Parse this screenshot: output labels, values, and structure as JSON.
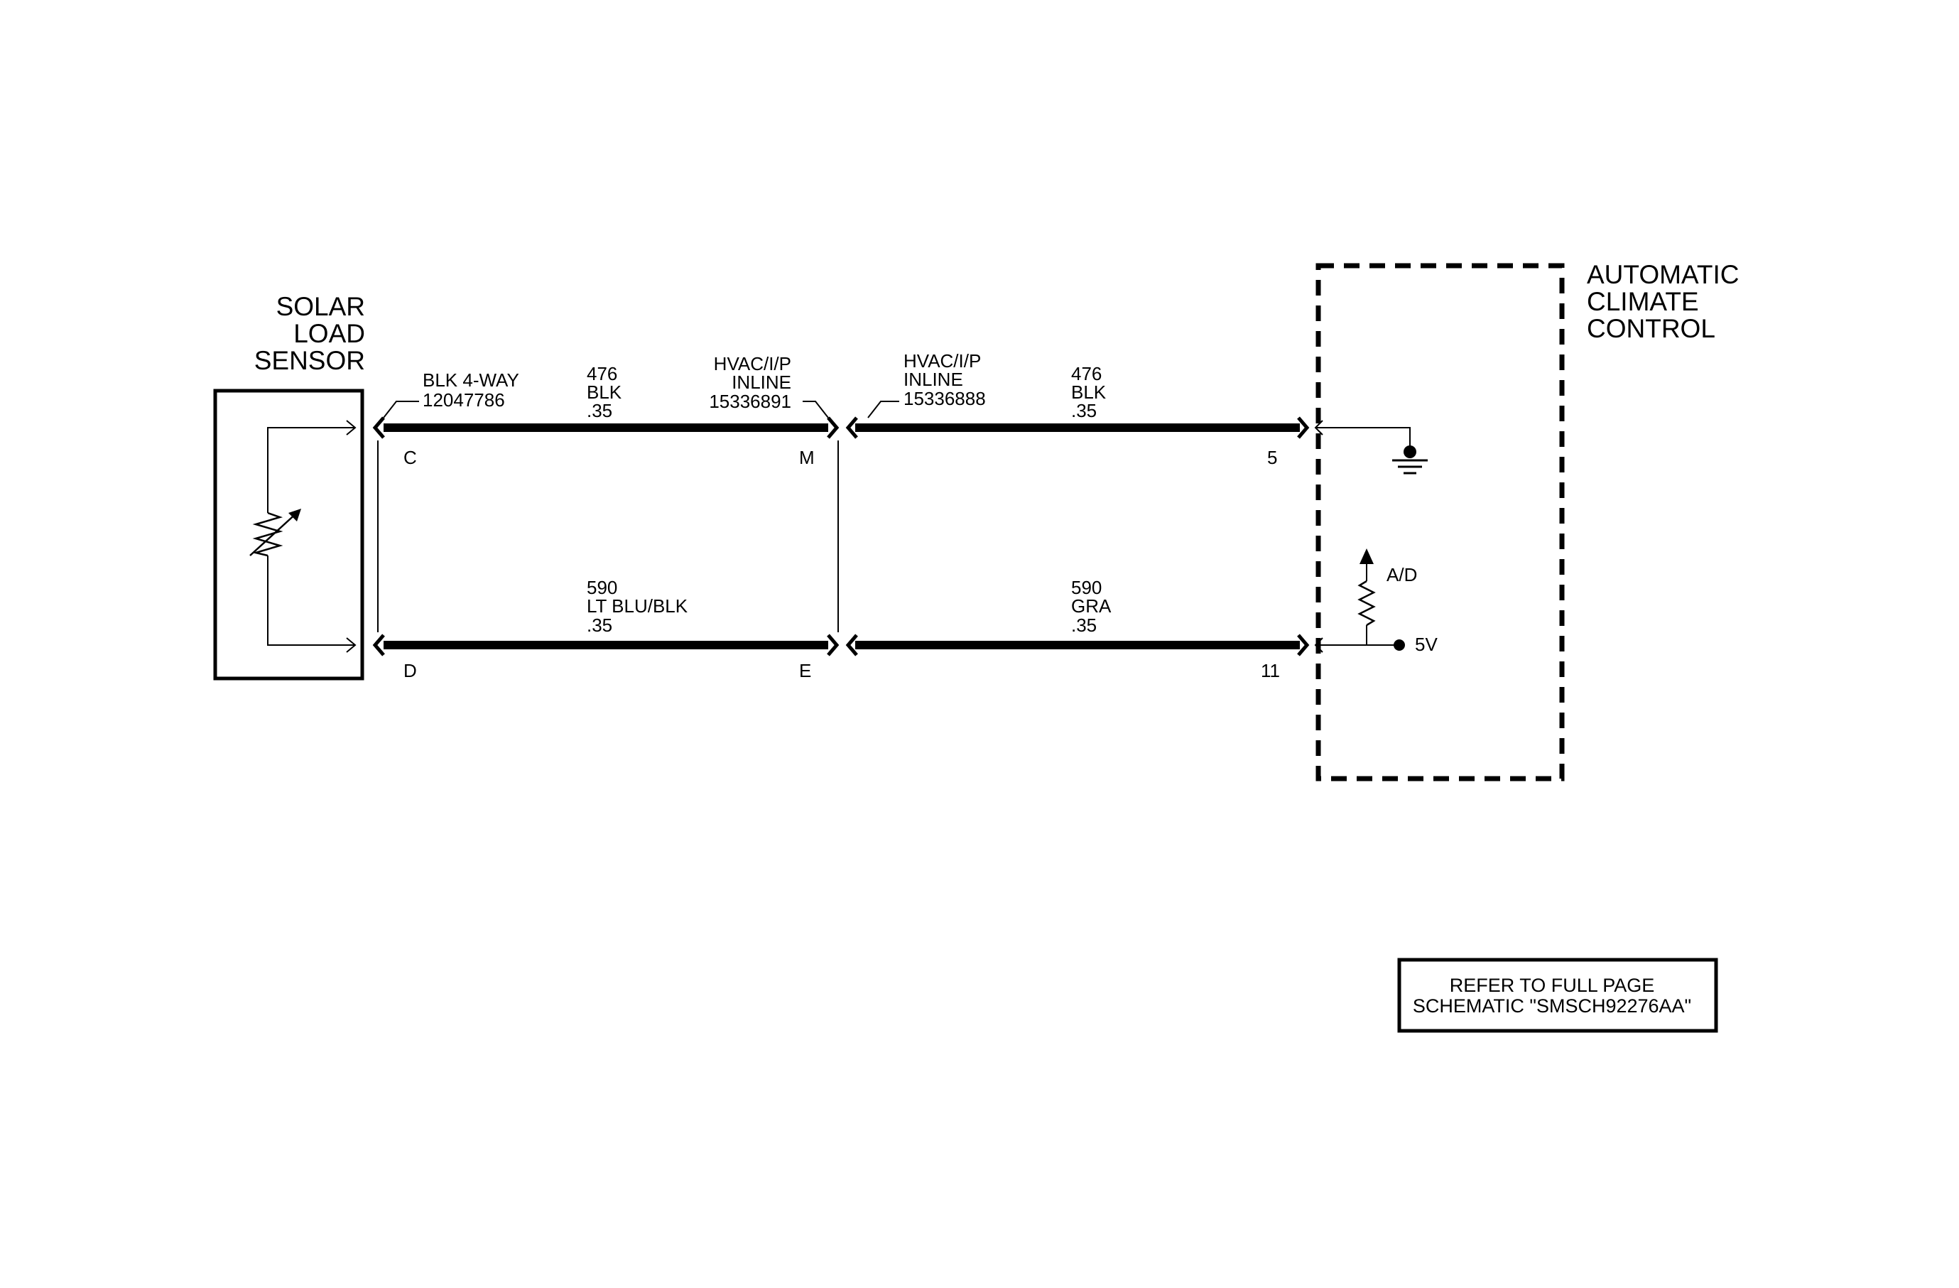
{
  "components": {
    "solar_sensor": {
      "title_lines": [
        "SOLAR",
        "LOAD",
        "SENSOR"
      ]
    },
    "climate_control": {
      "title_lines": [
        "AUTOMATIC",
        "CLIMATE",
        "CONTROL"
      ]
    }
  },
  "connectors": {
    "sensor_connector": {
      "lines": [
        "BLK 4-WAY",
        "12047786"
      ]
    },
    "inline_left": {
      "lines": [
        "HVAC/I/P",
        "INLINE",
        "15336891"
      ]
    },
    "inline_right": {
      "lines": [
        "HVAC/I/P",
        "INLINE",
        "15336888"
      ]
    }
  },
  "wires": {
    "top_left": {
      "lines": [
        "476",
        "BLK",
        ".35"
      ]
    },
    "top_right": {
      "lines": [
        "476",
        "BLK",
        ".35"
      ]
    },
    "bottom_left": {
      "lines": [
        "590",
        "LT BLU/BLK",
        ".35"
      ]
    },
    "bottom_right": {
      "lines": [
        "590",
        "GRA",
        ".35"
      ]
    }
  },
  "pins": {
    "sensor_top": "C",
    "sensor_bottom": "D",
    "inline_top": "M",
    "inline_bottom": "E",
    "module_top": "5",
    "module_bottom": "11"
  },
  "internal_labels": {
    "ad": "A/D",
    "reference_voltage": "5V"
  },
  "note": {
    "lines": [
      "REFER TO FULL PAGE",
      "SCHEMATIC \"SMSCH92276AA\""
    ]
  }
}
